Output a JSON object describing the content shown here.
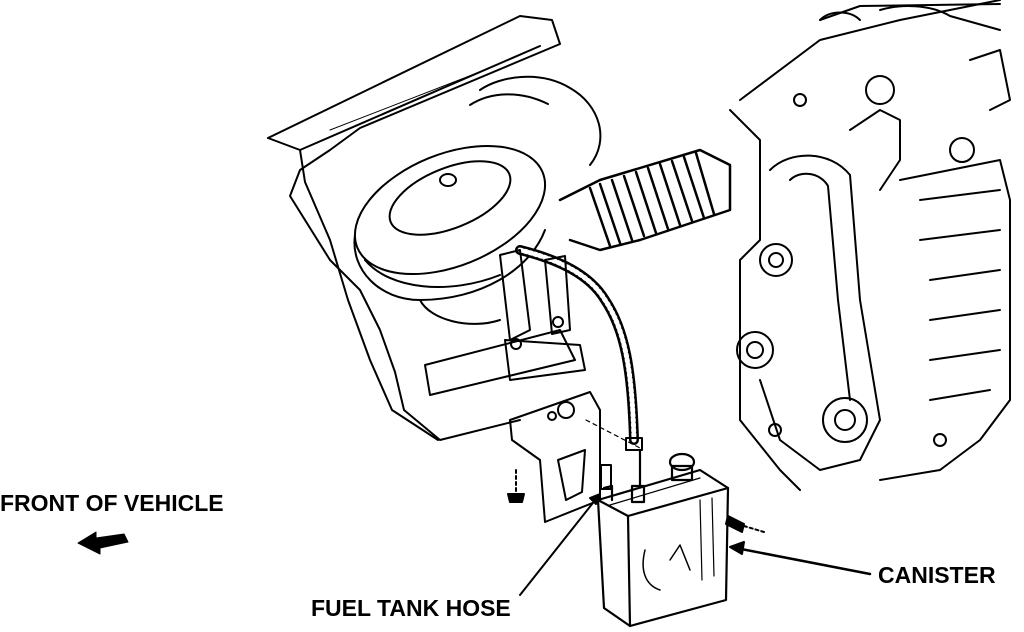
{
  "labels": {
    "front_of_vehicle": "FRONT OF VEHICLE",
    "canister": "CANISTER",
    "fuel_tank_hose": "FUEL TANK HOSE"
  },
  "icons": [
    "front-direction-arrow-icon",
    "leader-arrow-icon"
  ],
  "colors": {
    "ink": "#000000",
    "paper": "#ffffff"
  }
}
